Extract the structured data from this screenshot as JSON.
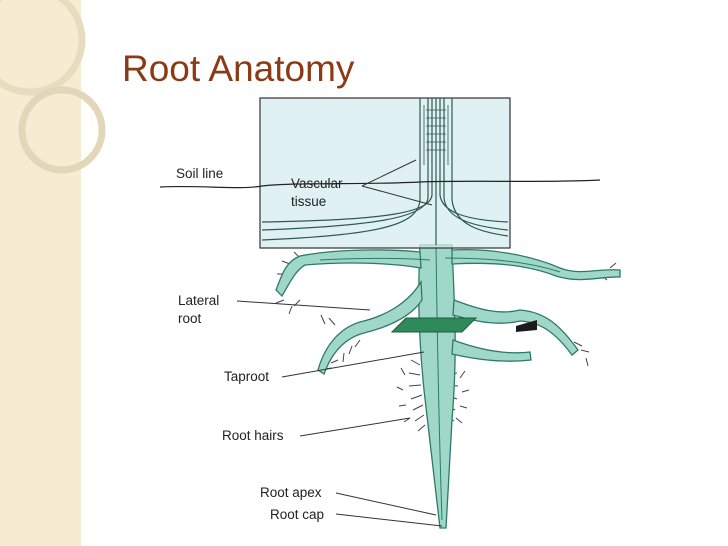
{
  "slide": {
    "title": "Root Anatomy"
  },
  "diagram": {
    "labels": {
      "soil_line": "Soil line",
      "vascular_1": "Vascular",
      "vascular_2": "tissue",
      "lateral_1": "Lateral",
      "lateral_2": "root",
      "taproot": "Taproot",
      "root_hairs": "Root hairs",
      "root_apex": "Root apex",
      "root_cap": "Root cap"
    },
    "colors": {
      "root_fill": "#9fd8c8",
      "root_stroke": "#2e7a66",
      "cross_section": "#2e8a5a",
      "cutaway_box": "#d6ecef",
      "title": "#8a3a14",
      "side_strip": "#f5ecd1"
    }
  }
}
